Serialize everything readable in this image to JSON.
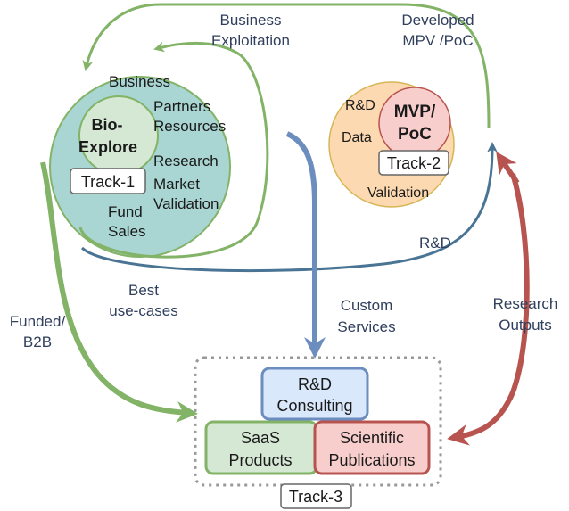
{
  "track1": {
    "core_line1": "Bio-",
    "core_line2": "Explore",
    "tag": "Track-1",
    "items": {
      "business": "Business",
      "partners": "Partners",
      "resources": "Resources",
      "research": "Research",
      "market": "Market",
      "validation": "Validation",
      "fund": "Fund",
      "sales": "Sales"
    }
  },
  "track2": {
    "core_line1": "MVP/",
    "core_line2": "PoC",
    "tag": "Track-2",
    "items": {
      "rd": "R&D",
      "data": "Data",
      "validation": "Validation"
    }
  },
  "track3": {
    "tag": "Track-3",
    "rd_consulting_line1": "R&D",
    "rd_consulting_line2": "Consulting",
    "saas_line1": "SaaS",
    "saas_line2": "Products",
    "sci_line1": "Scientific",
    "sci_line2": "Publications"
  },
  "arrows": {
    "business_exploitation_line1": "Business",
    "business_exploitation_line2": "Exploitation",
    "developed_line1": "Developed",
    "developed_line2": "MPV /PoC",
    "rd": "R&D",
    "best_line1": "Best",
    "best_line2": "use-cases",
    "funded_line1": "Funded/",
    "funded_line2": "B2B",
    "custom_line1": "Custom",
    "custom_line2": "Services",
    "research_line1": "Research",
    "research_line2": "Outputs"
  },
  "colors": {
    "green": "#82b366",
    "blue": "#6c8ebf",
    "dark_blue": "#4a7494",
    "red": "#b85450",
    "teal_fill": "#a9d6d3",
    "green_fill": "#d5e8d4",
    "orange_fill": "#fcd9b0",
    "orange_stroke": "#d6b656",
    "pink_fill": "#f8cecc",
    "light_blue_fill": "#dae8fc"
  }
}
